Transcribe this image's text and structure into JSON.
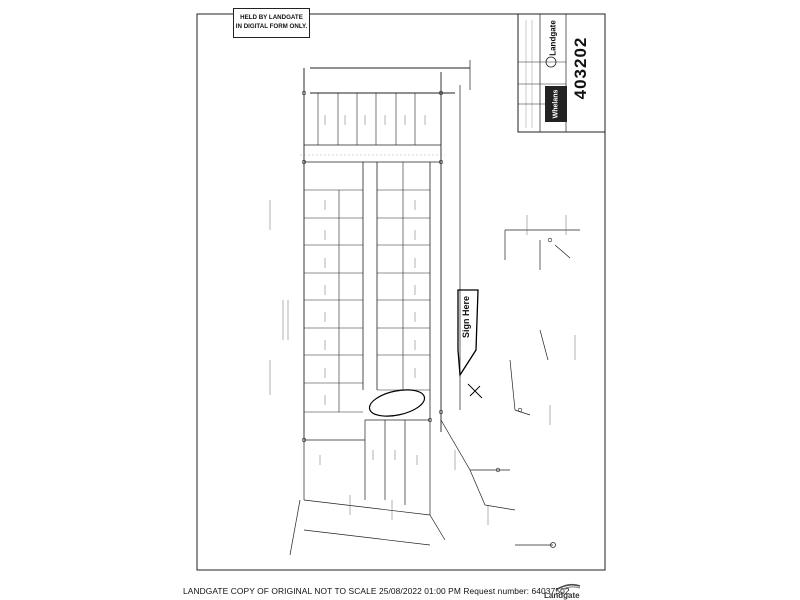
{
  "stamp": {
    "line1": "HELD BY LANDGATE",
    "line2": "IN DIGITAL FORM ONLY."
  },
  "title_block": {
    "plan_number": "403202",
    "authority": "Landgate",
    "surveyor": "Whelans"
  },
  "annotations": {
    "sign_here": "Sign Here"
  },
  "footer": {
    "text": "LANDGATE COPY OF ORIGINAL NOT TO SCALE   25/08/2022 01:00 PM   Request number: 64037502",
    "brand": "Landgate"
  }
}
